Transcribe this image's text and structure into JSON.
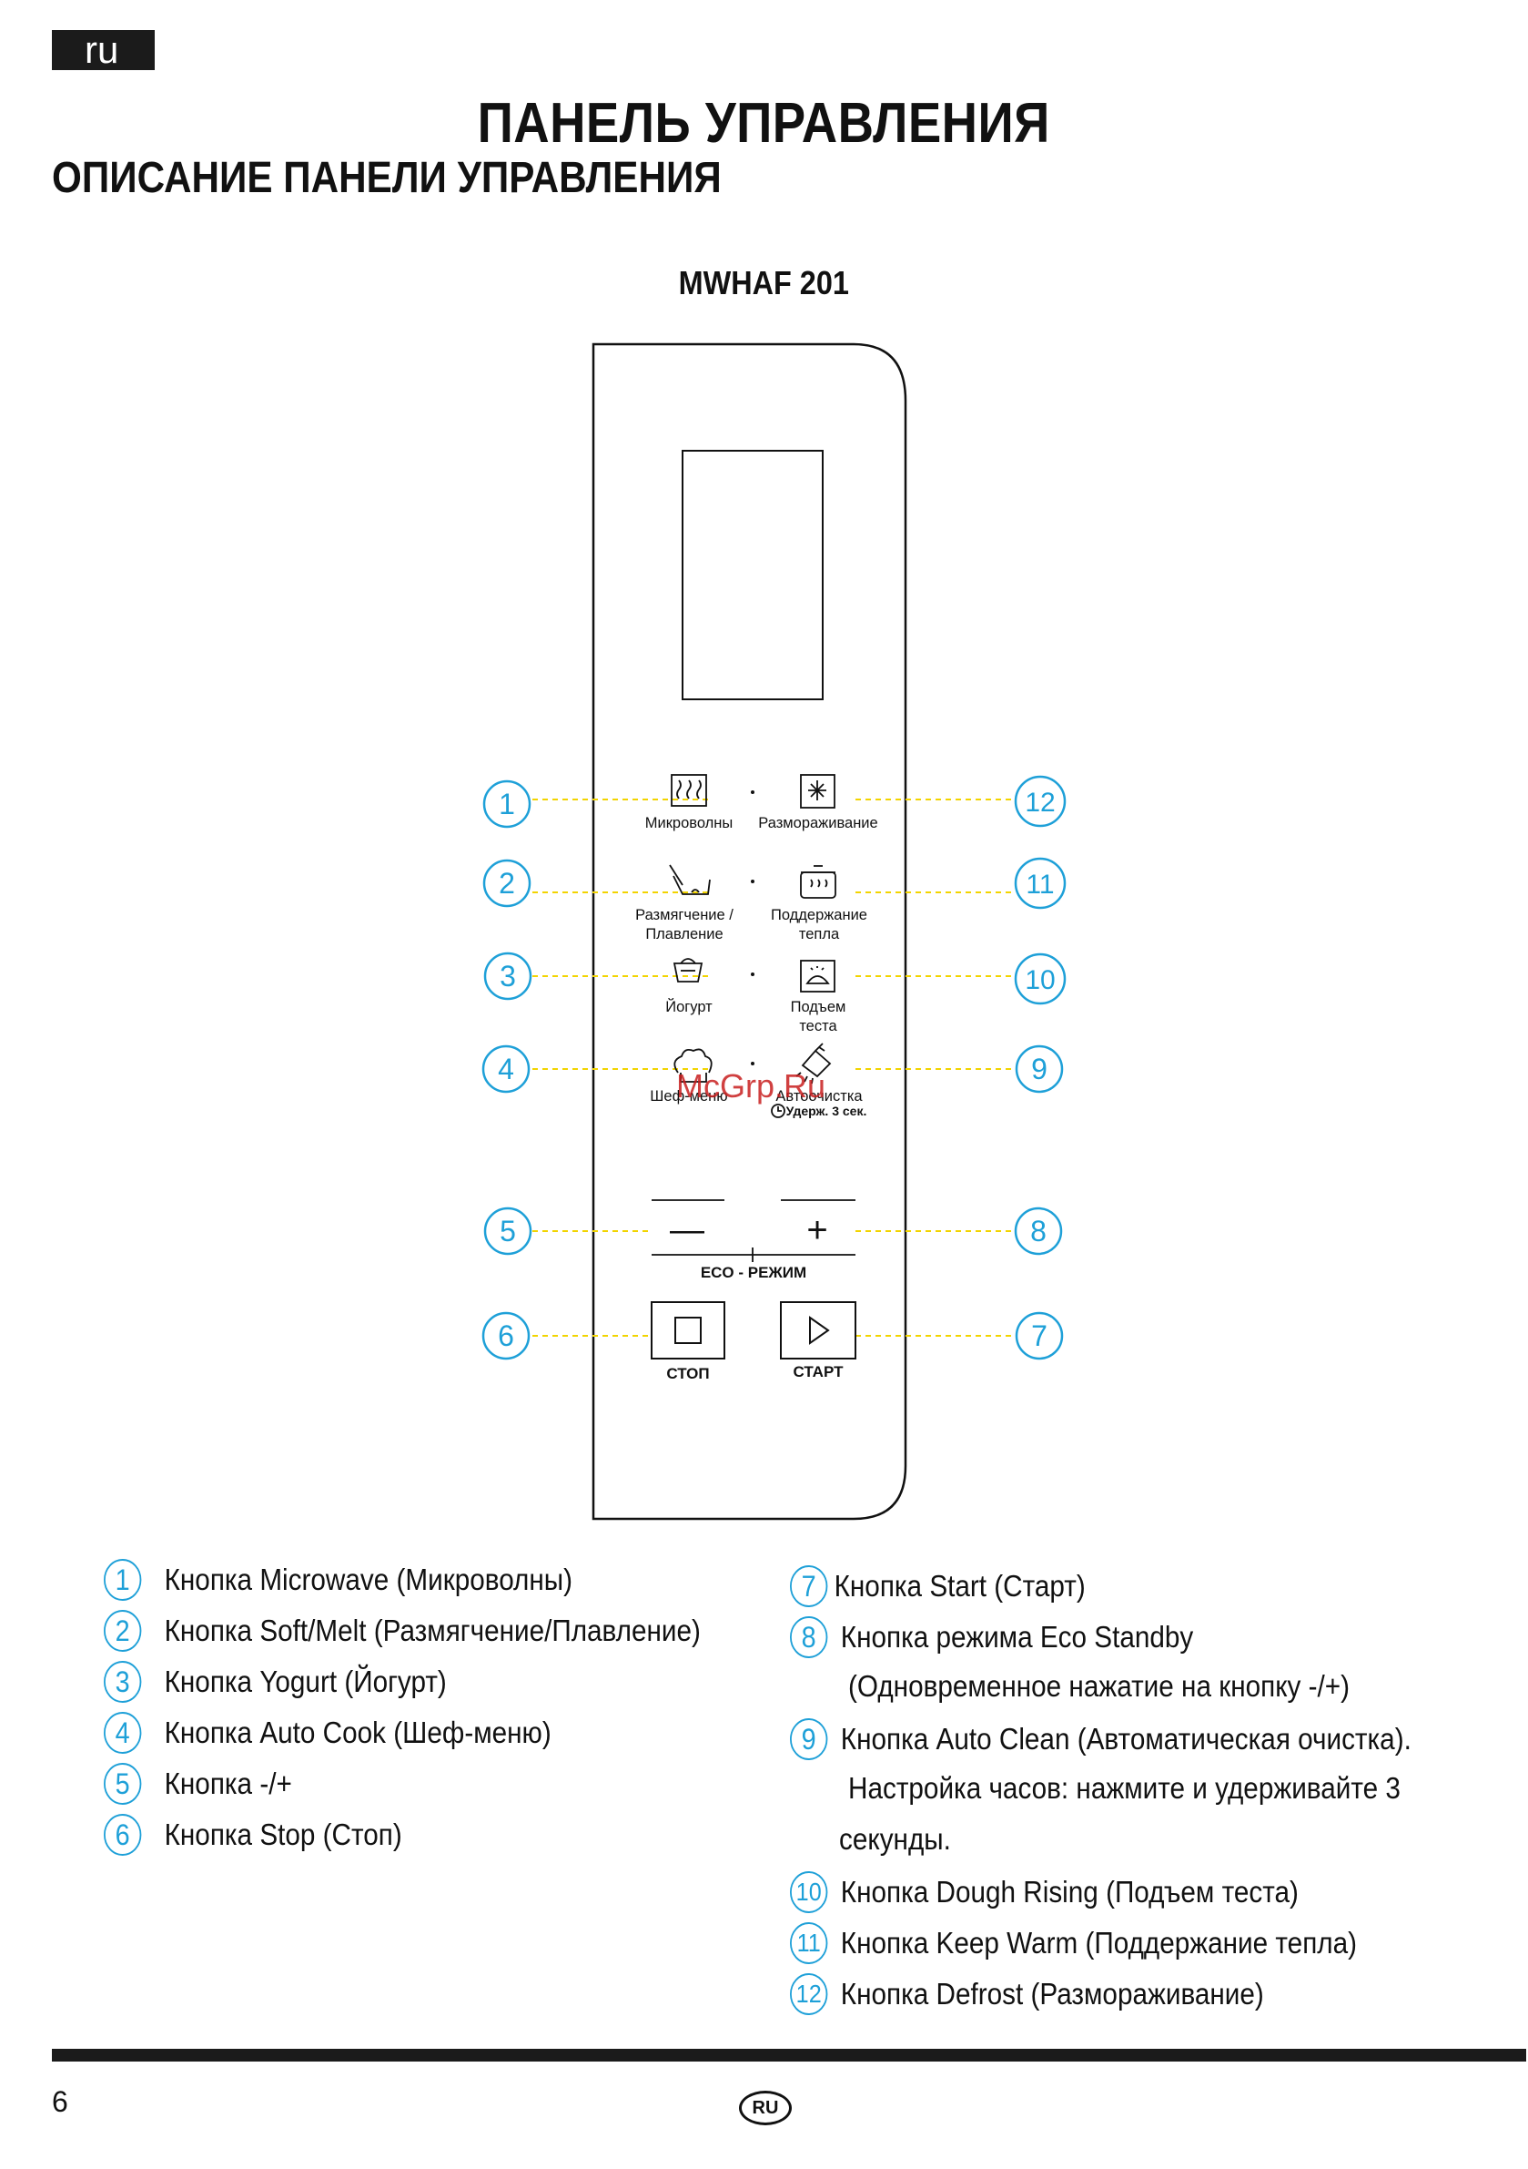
{
  "header": {
    "lang": "ru",
    "title": "ПАНЕЛЬ УПРАВЛЕНИЯ",
    "subtitle": "ОПИСАНИЕ ПАНЕЛИ УПРАВЛЕНИЯ",
    "model": "MWHAF 201"
  },
  "panel": {
    "buttons": {
      "microwave": "Микроволны",
      "defrost": "Размораживание",
      "soft_melt": [
        "Размягчение /",
        "Плавление"
      ],
      "keep_warm": [
        "Поддержание",
        "тепла"
      ],
      "yogurt": "Йогурт",
      "dough": [
        "Подъем",
        "теста"
      ],
      "chef_menu": "Шеф-меню",
      "auto_clean": "Автоочистка",
      "hold_hint": "Удерж. 3 сек.",
      "minus": "—",
      "plus": "+",
      "eco": "ECO - РЕЖИМ",
      "stop": "СТОП",
      "start": "СТАРТ"
    },
    "callouts_left": [
      "1",
      "2",
      "3",
      "4",
      "5",
      "6"
    ],
    "callouts_right": [
      "12",
      "11",
      "10",
      "9",
      "8",
      "7"
    ],
    "watermark": "McGrp.Ru"
  },
  "legend": {
    "left": [
      {
        "num": "1",
        "text": "Кнопка Microwave (Микроволны)"
      },
      {
        "num": "2",
        "text": "Кнопка Soft/Melt (Размягчение/Плавление)"
      },
      {
        "num": "3",
        "text": "Кнопка Yogurt (Йогурт)"
      },
      {
        "num": "4",
        "text": "Кнопка Auto Cook (Шеф-меню)"
      },
      {
        "num": "5",
        "text": "Кнопка -/+"
      },
      {
        "num": "6",
        "text": "Кнопка Stop (Стоп)"
      }
    ],
    "right": [
      {
        "num": "7",
        "text": "Кнопка Start (Старт)"
      },
      {
        "num": "8",
        "text": "Кнопка режима Eco Standby"
      },
      {
        "num": "",
        "text": "(Одновременное нажатие на кнопку -/+)"
      },
      {
        "num": "9",
        "text": "Кнопка Auto Clean (Автоматическая очистка)."
      },
      {
        "num": "",
        "text": "Настройка часов: нажмите и удерживайте 3"
      },
      {
        "num": "",
        "text": "секунды."
      },
      {
        "num": "10",
        "text": "Кнопка Dough Rising (Подъем теста)"
      },
      {
        "num": "11",
        "text": "Кнопка Keep Warm (Поддержание тепла)"
      },
      {
        "num": "12",
        "text": "Кнопка Defrost (Размораживание)"
      }
    ]
  },
  "footer": {
    "page": "6",
    "badge": "RU"
  },
  "colors": {
    "callout": "#1ea0d8",
    "leader": "#f2d400",
    "ink": "#111111"
  }
}
